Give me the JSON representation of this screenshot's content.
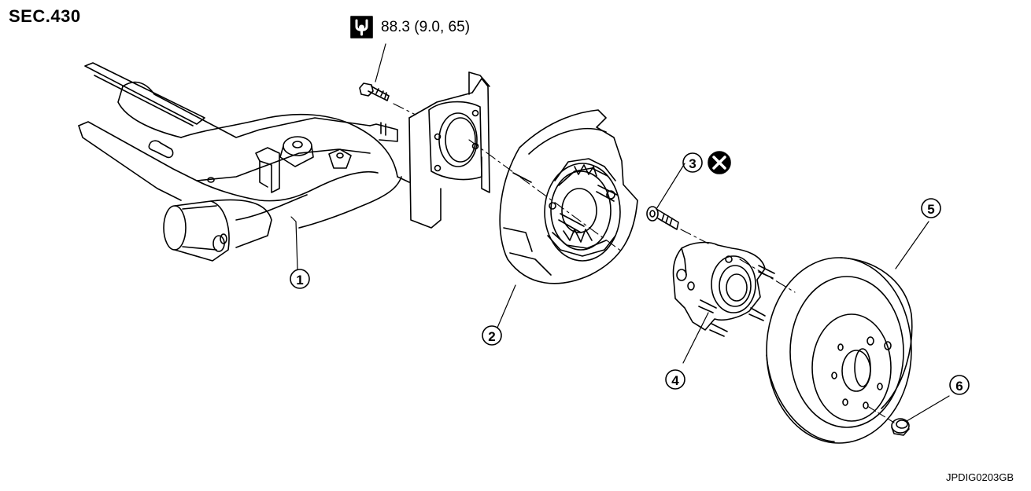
{
  "section": {
    "title": "SEC.430"
  },
  "torque": {
    "value": "88.3 (9.0, 65)",
    "icon": "torque-wrench-icon"
  },
  "callouts": [
    {
      "number": "1",
      "part": "rear-suspension-beam"
    },
    {
      "number": "2",
      "part": "back-plate-parking-brake"
    },
    {
      "number": "3",
      "part": "hub-bolt",
      "note_icon": "do-not-reuse-icon"
    },
    {
      "number": "4",
      "part": "wheel-hub-bearing"
    },
    {
      "number": "5",
      "part": "brake-disc-rotor"
    },
    {
      "number": "6",
      "part": "cap"
    }
  ],
  "figure_code": "JPDIG0203GB"
}
